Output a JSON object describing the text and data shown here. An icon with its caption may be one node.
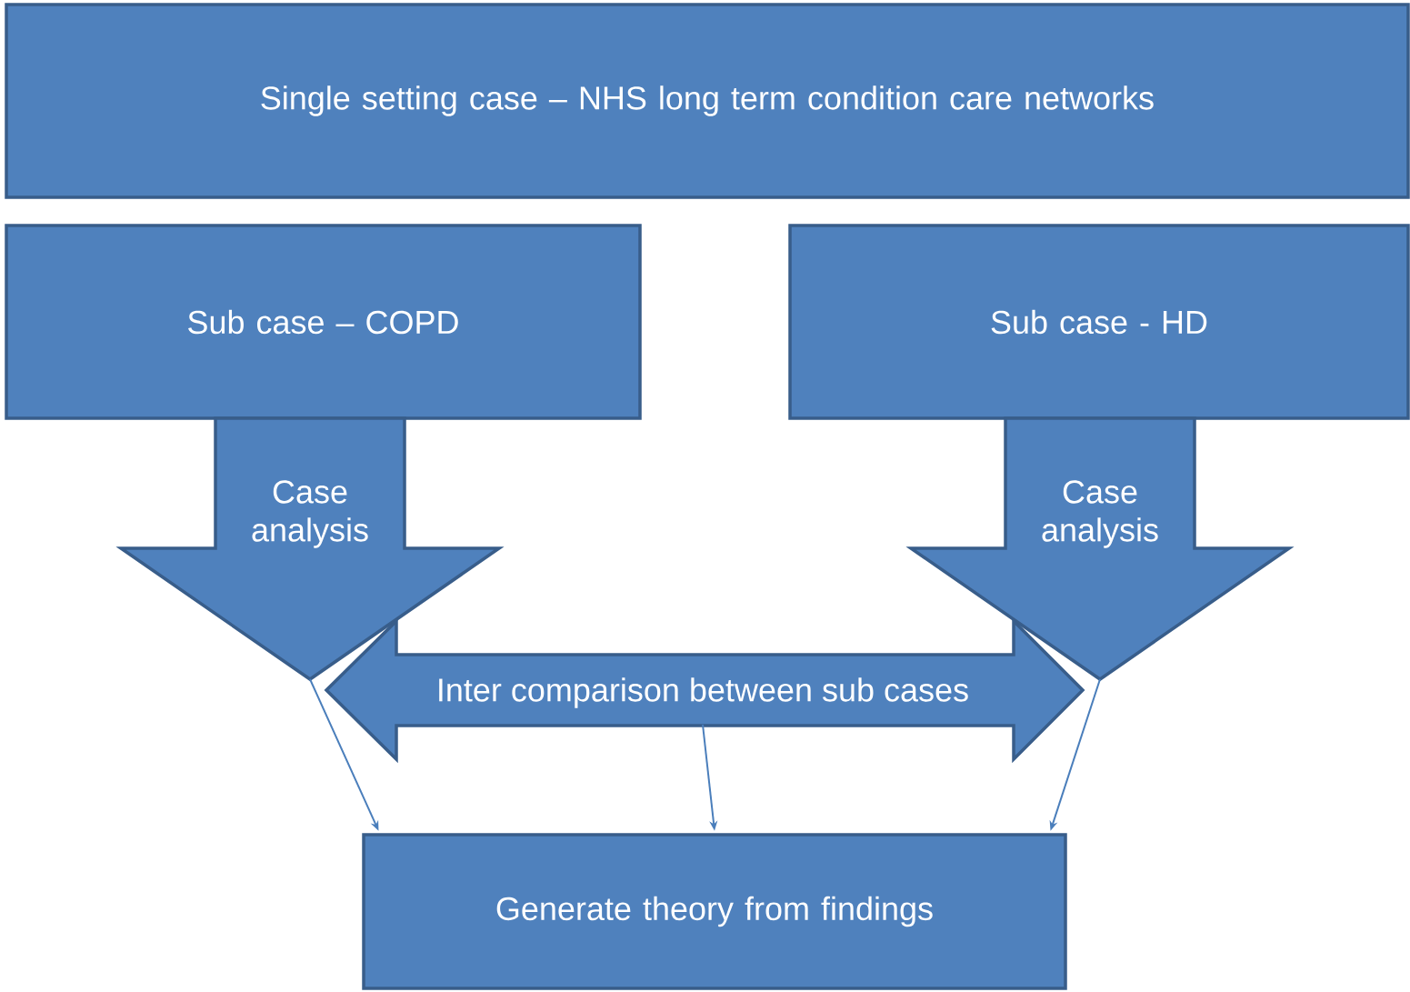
{
  "diagram": {
    "nodes": [
      {
        "text": [
          "Single setting case – NHS long term condition care networks"
        ]
      },
      {
        "text": [
          "Sub case – COPD"
        ]
      },
      {
        "text": [
          "Sub case - HD"
        ]
      },
      {
        "text": [
          "Case analysis"
        ]
      },
      {
        "text": [
          "Case analysis"
        ]
      },
      {
        "text": [
          "Inter comparison between sub cases"
        ]
      },
      {
        "text": [
          "Generate theory from findings"
        ]
      }
    ],
    "edges": [
      {
        "from": 1,
        "to": 5,
        "arrow": "to",
        "style": "thick"
      },
      {
        "from": 2,
        "to": 5,
        "arrow": "to",
        "style": "thick"
      },
      {
        "from": 3,
        "to": 4,
        "arrow": "both",
        "style": "thick"
      },
      {
        "from": null,
        "to": 6,
        "arrow": "to"
      },
      {
        "from": 5,
        "to": 6,
        "arrow": "to"
      },
      {
        "from": null,
        "to": 6,
        "arrow": "to"
      }
    ]
  }
}
